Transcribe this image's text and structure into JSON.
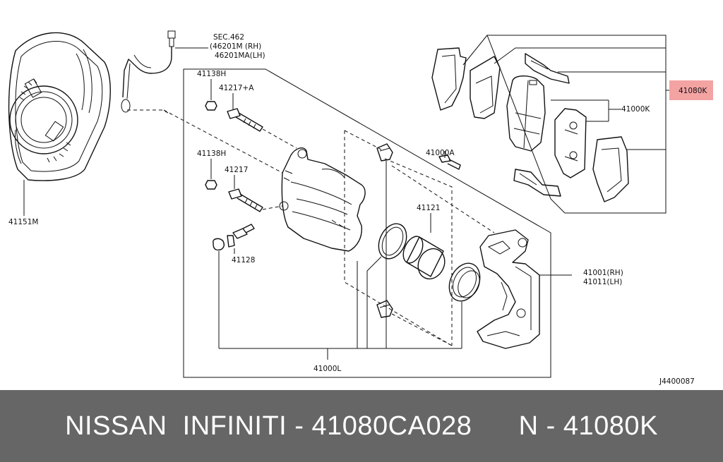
{
  "labels": {
    "sec": "SEC.462",
    "rh_hose": "(46201M  (RH)",
    "lh_hose": "46201MA(LH)",
    "shield": "41151M",
    "bolt1": "41138H",
    "pin1": "41217+A",
    "bolt2": "41138H",
    "pin2": "41217",
    "bleeder": "41128",
    "caliper_assy": "41000L",
    "bolt_a": "41000A",
    "piston": "41121",
    "bracket_rh": "41001(RH)",
    "bracket_lh": "41011(LH)",
    "pad_kit": "41080K",
    "pad_set": "41000K",
    "diagram_code": "J4400087"
  },
  "highlight_color": "#f4a3a3",
  "banner": {
    "text": "NISSAN  INFINITI - 41080CA028      N - 41080K",
    "background": "#666666",
    "color": "#ffffff"
  }
}
